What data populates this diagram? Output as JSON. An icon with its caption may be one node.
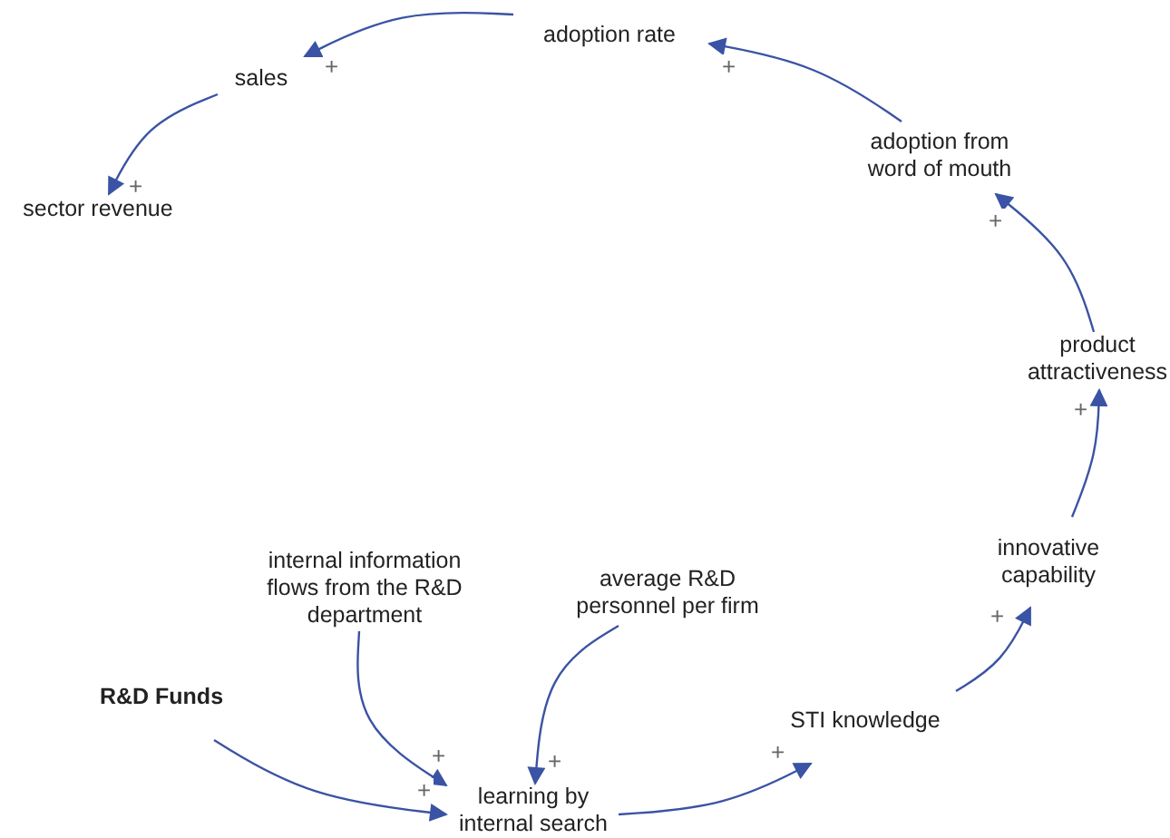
{
  "diagram": {
    "nodes": [
      {
        "text": [
          "adoption rate"
        ]
      },
      {
        "text": [
          "sales"
        ]
      },
      {
        "text": [
          "sector revenue"
        ]
      },
      {
        "text": [
          "adoption from word of mouth"
        ]
      },
      {
        "text": [
          "product attractiveness"
        ]
      },
      {
        "text": [
          "internal information flows from the R&D department"
        ]
      },
      {
        "text": [
          "average R&D personnel per firm"
        ]
      },
      {
        "text": [
          "innovative capability"
        ]
      },
      {
        "text": [
          "R&D Funds"
        ]
      },
      {
        "text": [
          "STI knowledge"
        ]
      },
      {
        "text": [
          "learning by internal search"
        ]
      }
    ],
    "edges": [
      {
        "from": 0,
        "to": 1,
        "arrow": "to",
        "label": "+"
      },
      {
        "from": 1,
        "to": 2,
        "arrow": "to",
        "label": "+"
      },
      {
        "from": 3,
        "to": 0,
        "arrow": "to",
        "label": "+"
      },
      {
        "from": 4,
        "to": 3,
        "arrow": "to",
        "label": "+"
      },
      {
        "from": 7,
        "to": 4,
        "arrow": "to",
        "label": "+"
      },
      {
        "from": 9,
        "to": 7,
        "arrow": "to",
        "label": "+"
      },
      {
        "from": 10,
        "to": 9,
        "arrow": "to",
        "label": "+"
      },
      {
        "from": 8,
        "to": 10,
        "arrow": "to",
        "label": "+"
      },
      {
        "from": 5,
        "to": 10,
        "arrow": "to",
        "label": "+"
      },
      {
        "from": 6,
        "to": 10,
        "arrow": "to",
        "label": "+"
      }
    ]
  }
}
